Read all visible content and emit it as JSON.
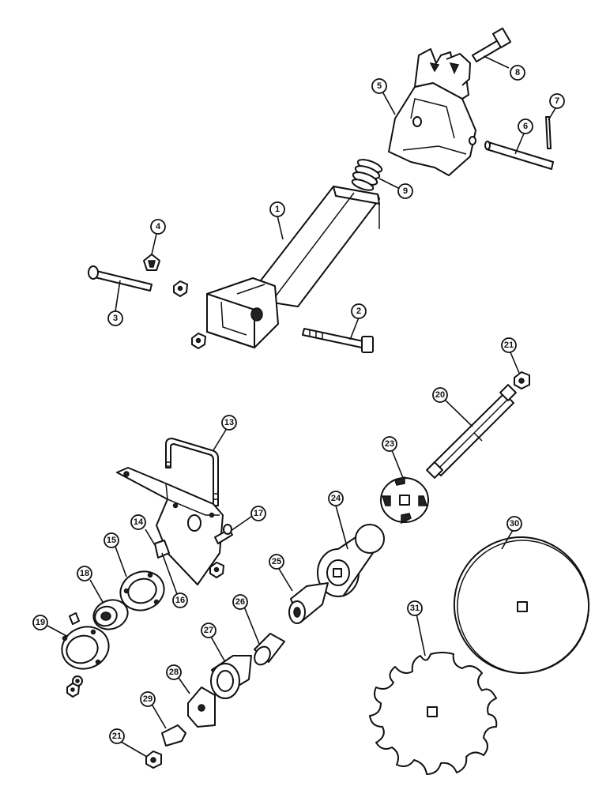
{
  "callouts": {
    "c1": "1",
    "c2": "2",
    "c3": "3",
    "c4": "4",
    "c5": "5",
    "c6": "6",
    "c7": "7",
    "c8": "8",
    "c9": "9",
    "c13": "13",
    "c14": "14",
    "c15": "15",
    "c16": "16",
    "c17": "17",
    "c18": "18",
    "c19": "19",
    "c20": "20",
    "c21a": "21",
    "c21b": "21",
    "c23": "23",
    "c24": "24",
    "c25": "25",
    "c26": "26",
    "c27": "27",
    "c28": "28",
    "c29": "29",
    "c30": "30",
    "c31": "31"
  }
}
